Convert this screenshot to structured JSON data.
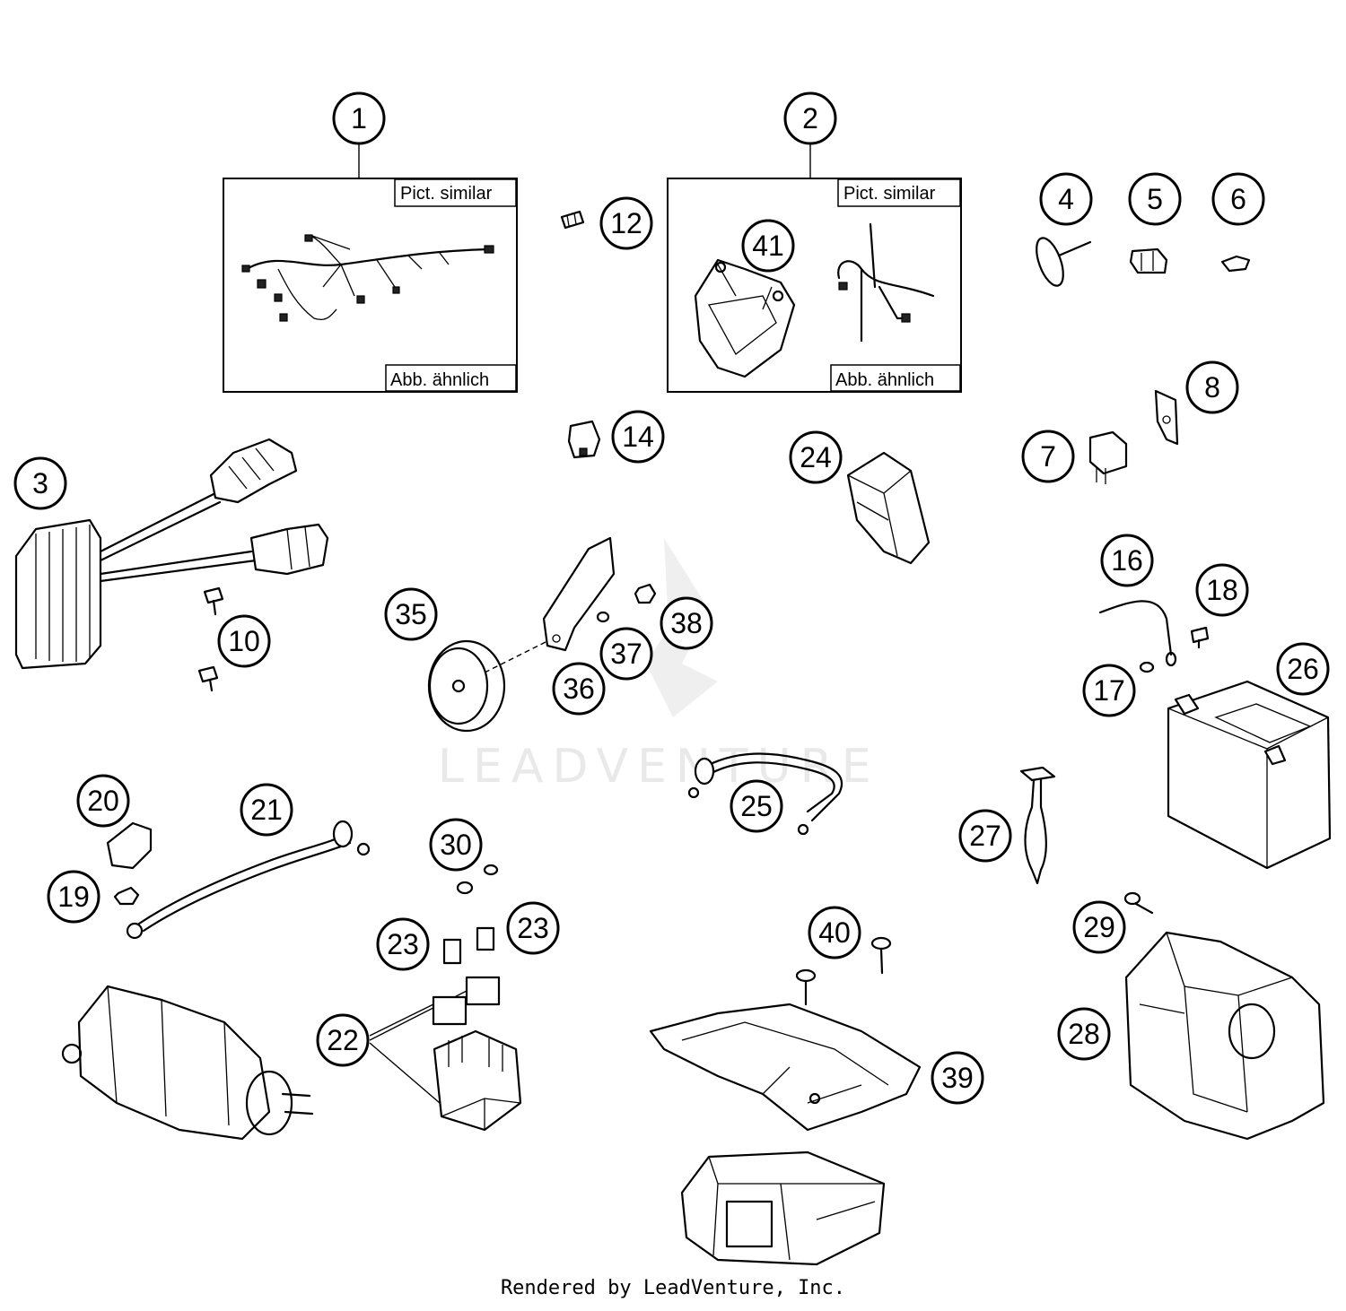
{
  "boxes": [
    {
      "label_top": "Pict. similar",
      "label_bottom": "Abb. ähnlich"
    },
    {
      "label_top": "Pict. similar",
      "label_bottom": "Abb. ähnlich"
    }
  ],
  "callouts": {
    "c1": "1",
    "c2": "2",
    "c3": "3",
    "c4": "4",
    "c5": "5",
    "c6": "6",
    "c7": "7",
    "c8": "8",
    "c10": "10",
    "c12": "12",
    "c14": "14",
    "c16": "16",
    "c17": "17",
    "c18": "18",
    "c19": "19",
    "c20": "20",
    "c21": "21",
    "c22": "22",
    "c23a": "23",
    "c23b": "23",
    "c24": "24",
    "c25": "25",
    "c26": "26",
    "c27": "27",
    "c28": "28",
    "c29": "29",
    "c30": "30",
    "c35": "35",
    "c36": "36",
    "c37": "37",
    "c38": "38",
    "c39": "39",
    "c40": "40",
    "c41": "41"
  },
  "watermark": "LEADVENTURE",
  "footer": "Rendered by LeadVenture, Inc."
}
